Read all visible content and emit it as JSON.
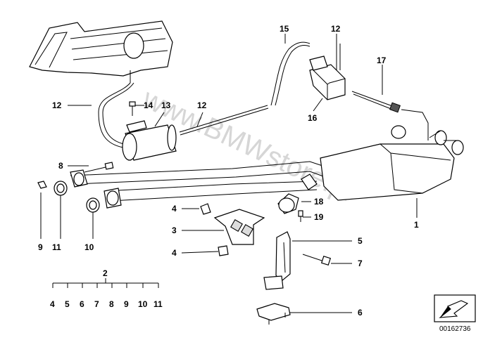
{
  "watermark": "www.BMWstore.pl",
  "document_id": "00162736",
  "callouts": {
    "c1": "1",
    "c2": "2",
    "c3": "3",
    "c4a": "4",
    "c4b": "4",
    "c5": "5",
    "c6": "6",
    "c7": "7",
    "c8": "8",
    "c9": "9",
    "c10": "10",
    "c11": "11",
    "c12a": "12",
    "c12b": "12",
    "c12c": "12",
    "c13": "13",
    "c14": "14",
    "c15": "15",
    "c16": "16",
    "c17": "17",
    "c18": "18",
    "c19": "19"
  },
  "kit_items": [
    "4",
    "5",
    "6",
    "7",
    "8",
    "9",
    "10",
    "11"
  ],
  "colors": {
    "watermark": "#d6d6d6",
    "line": "#000000",
    "part_fill": "#ffffff",
    "shade": "#dcdcdc"
  }
}
